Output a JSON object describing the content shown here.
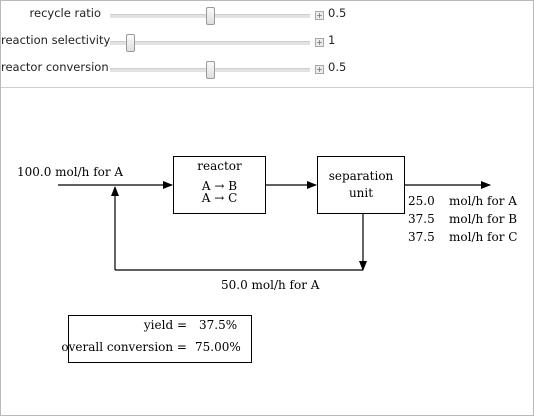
{
  "controls": [
    {
      "label": "recycle ratio",
      "value": "0.5",
      "fraction": 0.5
    },
    {
      "label": "reaction selectivity",
      "value": "1",
      "fraction": 0.1
    },
    {
      "label": "reactor conversion",
      "value": "0.5",
      "fraction": 0.5
    }
  ],
  "icons": {
    "increment": "plus-icon"
  },
  "diagram": {
    "feed": "100.0 mol/h for A",
    "reactor": {
      "title": "reactor",
      "rxn1": "A → B",
      "rxn2": "A → C"
    },
    "separator": {
      "line1": "separation",
      "line2": "unit"
    },
    "outputs": [
      {
        "amount": "25.0",
        "text": "mol/h for A"
      },
      {
        "amount": "37.5",
        "text": "mol/h for B"
      },
      {
        "amount": "37.5",
        "text": "mol/h for C"
      }
    ],
    "recycle": "50.0 mol/h for A"
  },
  "summary": {
    "yield_label": "yield =",
    "yield_value": "37.5%",
    "conversion_label": "overall conversion =",
    "conversion_value": "75.00%"
  }
}
